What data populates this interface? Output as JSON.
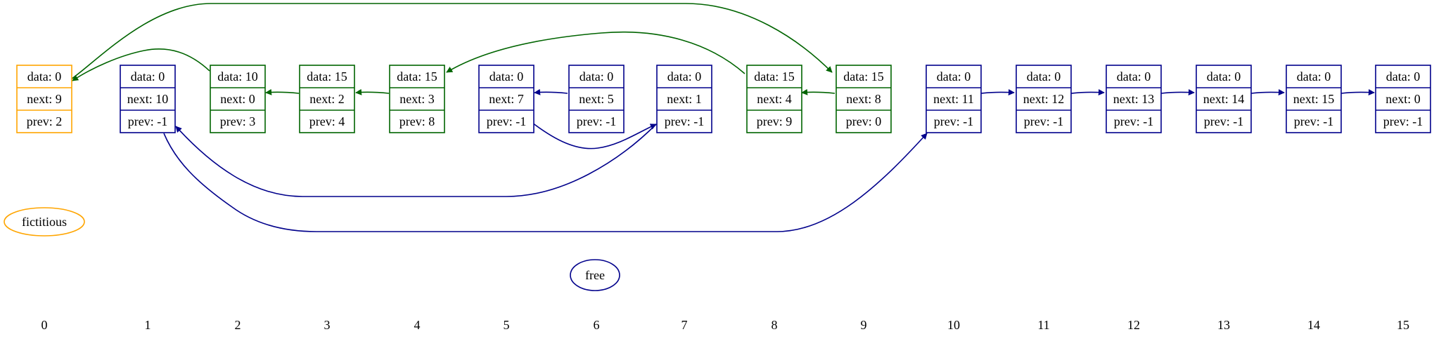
{
  "colors": {
    "fictitious": "#FFA500",
    "used": "#006400",
    "free": "#00008B"
  },
  "nodes": [
    {
      "index": "0",
      "kind": "fictitious",
      "data": "data: 0",
      "next": "next: 9",
      "prev": "prev: 2"
    },
    {
      "index": "1",
      "kind": "free",
      "data": "data: 0",
      "next": "next: 10",
      "prev": "prev: -1"
    },
    {
      "index": "2",
      "kind": "used",
      "data": "data: 10",
      "next": "next: 0",
      "prev": "prev: 3"
    },
    {
      "index": "3",
      "kind": "used",
      "data": "data: 15",
      "next": "next: 2",
      "prev": "prev: 4"
    },
    {
      "index": "4",
      "kind": "used",
      "data": "data: 15",
      "next": "next: 3",
      "prev": "prev: 8"
    },
    {
      "index": "5",
      "kind": "free",
      "data": "data: 0",
      "next": "next: 7",
      "prev": "prev: -1"
    },
    {
      "index": "6",
      "kind": "free",
      "data": "data: 0",
      "next": "next: 5",
      "prev": "prev: -1"
    },
    {
      "index": "7",
      "kind": "free",
      "data": "data: 0",
      "next": "next: 1",
      "prev": "prev: -1"
    },
    {
      "index": "8",
      "kind": "used",
      "data": "data: 15",
      "next": "next: 4",
      "prev": "prev: 9"
    },
    {
      "index": "9",
      "kind": "used",
      "data": "data: 15",
      "next": "next: 8",
      "prev": "prev: 0"
    },
    {
      "index": "10",
      "kind": "free",
      "data": "data: 0",
      "next": "next: 11",
      "prev": "prev: -1"
    },
    {
      "index": "11",
      "kind": "free",
      "data": "data: 0",
      "next": "next: 12",
      "prev": "prev: -1"
    },
    {
      "index": "12",
      "kind": "free",
      "data": "data: 0",
      "next": "next: 13",
      "prev": "prev: -1"
    },
    {
      "index": "13",
      "kind": "free",
      "data": "data: 0",
      "next": "next: 14",
      "prev": "prev: -1"
    },
    {
      "index": "14",
      "kind": "free",
      "data": "data: 0",
      "next": "next: 15",
      "prev": "prev: -1"
    },
    {
      "index": "15",
      "kind": "free",
      "data": "data: 0",
      "next": "next: 0",
      "prev": "prev: -1"
    }
  ],
  "labels": {
    "fictitious": "fictitious",
    "free": "free"
  },
  "edges": [
    {
      "from": "0",
      "to": "9",
      "kind": "used"
    },
    {
      "from": "2",
      "to": "0",
      "kind": "used"
    },
    {
      "from": "3",
      "to": "2",
      "kind": "used"
    },
    {
      "from": "4",
      "to": "3",
      "kind": "used"
    },
    {
      "from": "8",
      "to": "4",
      "kind": "used"
    },
    {
      "from": "9",
      "to": "8",
      "kind": "used"
    },
    {
      "from": "6",
      "to": "5",
      "kind": "free"
    },
    {
      "from": "5",
      "to": "7",
      "kind": "free"
    },
    {
      "from": "7",
      "to": "1",
      "kind": "free"
    },
    {
      "from": "1",
      "to": "10",
      "kind": "free"
    },
    {
      "from": "10",
      "to": "11",
      "kind": "free"
    },
    {
      "from": "11",
      "to": "12",
      "kind": "free"
    },
    {
      "from": "12",
      "to": "13",
      "kind": "free"
    },
    {
      "from": "13",
      "to": "14",
      "kind": "free"
    },
    {
      "from": "14",
      "to": "15",
      "kind": "free"
    }
  ]
}
